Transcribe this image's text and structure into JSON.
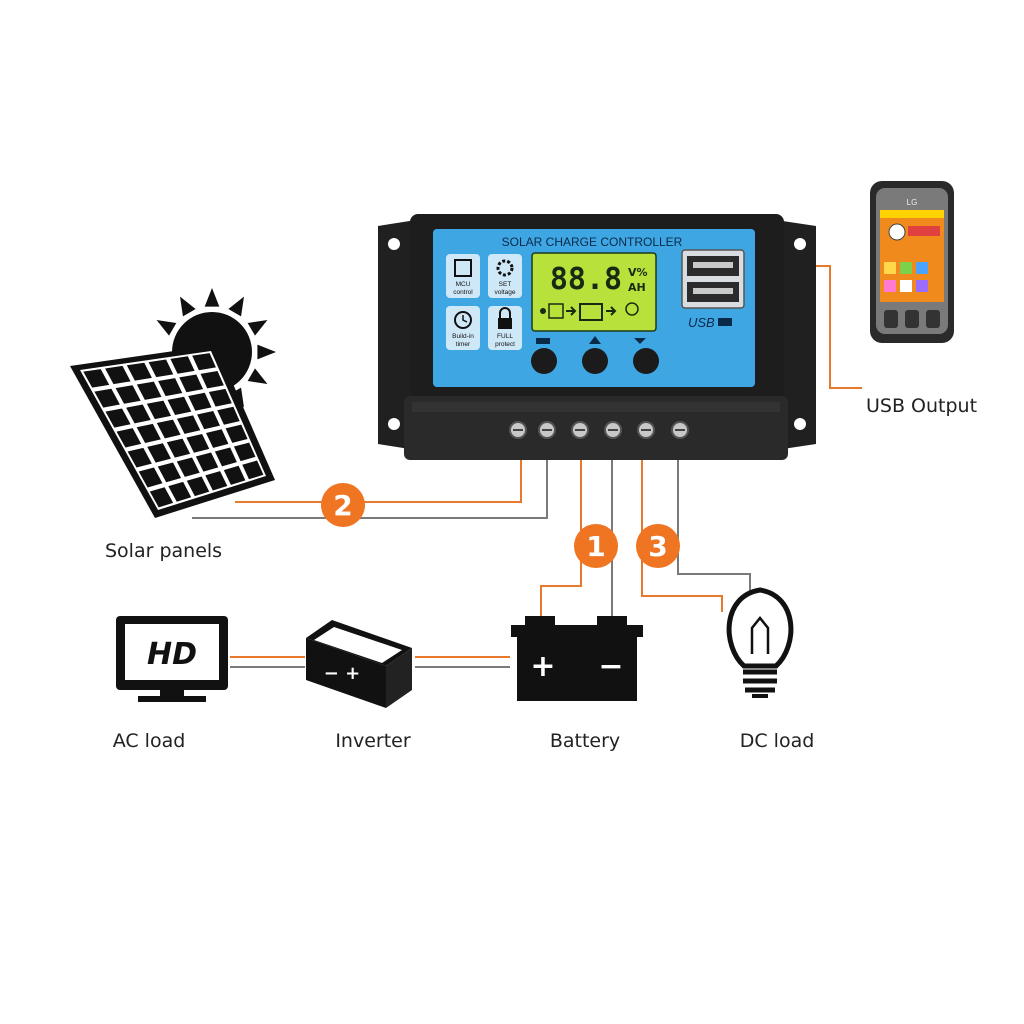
{
  "controller": {
    "title": "SOLAR CHARGE CONTROLLER",
    "lcd_digits": "88.8",
    "lcd_unit_top": "V%",
    "lcd_unit_bottom": "AH",
    "keys": [
      {
        "label": "MCU control",
        "line1": "MCU",
        "line2": "control",
        "icon": "chip-icon"
      },
      {
        "label": "SET voltage",
        "line1": "SET",
        "line2": "voltage",
        "icon": "gear-icon"
      },
      {
        "label": "Build-in timer",
        "line1": "Build-in",
        "line2": "timer",
        "icon": "clock-icon"
      },
      {
        "label": "FULL protect",
        "line1": "FULL",
        "line2": "protect",
        "icon": "padlock-icon"
      }
    ],
    "usb_label": "USB",
    "button_icons": [
      "menu-icon",
      "up-arrow-icon",
      "mode-icon"
    ]
  },
  "connections": [
    {
      "number": "1",
      "from": "Battery"
    },
    {
      "number": "2",
      "from": "Solar panels"
    },
    {
      "number": "3",
      "from": "DC load"
    }
  ],
  "labels": {
    "usb_output": "USB Output",
    "solar_panels": "Solar panels",
    "ac_load": "AC load",
    "inverter": "Inverter",
    "battery": "Battery",
    "dc_load": "DC load"
  },
  "devices": {
    "tv_text": "HD",
    "phone_brand": "LG",
    "battery_plus": "+",
    "battery_minus": "−",
    "inverter_symbols": "− +"
  },
  "colors": {
    "wire_orange": "#e8792c",
    "wire_gray": "#7a7a7a",
    "badge_orange": "#ef7522",
    "panel_blue": "#3fa6e4",
    "lcd_green": "#b8e23b",
    "controller_body": "#1d1d1d"
  }
}
